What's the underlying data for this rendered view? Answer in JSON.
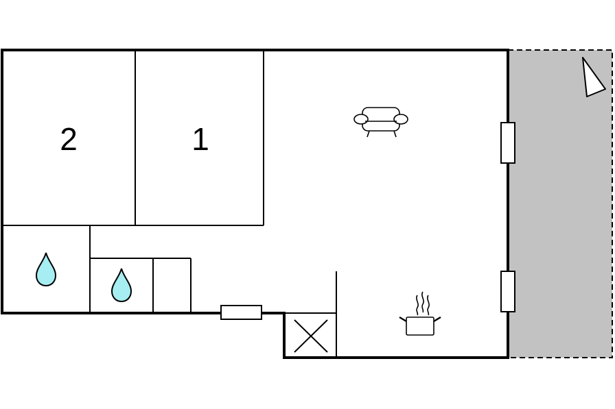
{
  "floorplan": {
    "rooms": [
      {
        "id": "bedroom-2",
        "label": "2"
      },
      {
        "id": "bedroom-1",
        "label": "1"
      }
    ],
    "icons": {
      "bathroom_1": "water-drop-icon",
      "bathroom_2": "water-drop-icon",
      "living_area": "sofa-icon",
      "kitchen": "cooking-pot-icon",
      "storage": "crossed-box-icon",
      "terrace": "north-arrow-icon"
    },
    "colors": {
      "wall": "#000000",
      "terrace_fill": "#c2c2c2",
      "water": "#a6eef2",
      "background": "#ffffff"
    }
  }
}
